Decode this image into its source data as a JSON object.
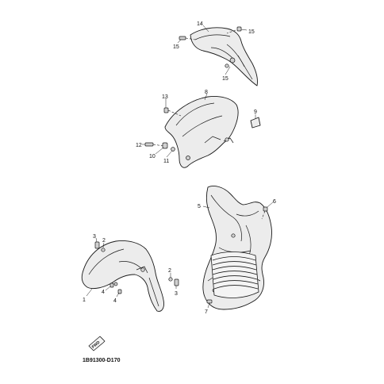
{
  "diagram": {
    "callouts": {
      "c1": "1",
      "c2a": "2",
      "c2b": "2",
      "c3a": "3",
      "c3b": "3",
      "c4a": "4",
      "c4b": "4",
      "c5": "5",
      "c6": "6",
      "c7": "7",
      "c8": "8",
      "c9": "9",
      "c10": "10",
      "c11": "11",
      "c12": "12",
      "c13": "13",
      "c14": "14",
      "c15a": "15",
      "c15b": "15",
      "c15c": "15"
    },
    "fwd_label": "FWD",
    "diagram_code": "1B91300-D170"
  }
}
